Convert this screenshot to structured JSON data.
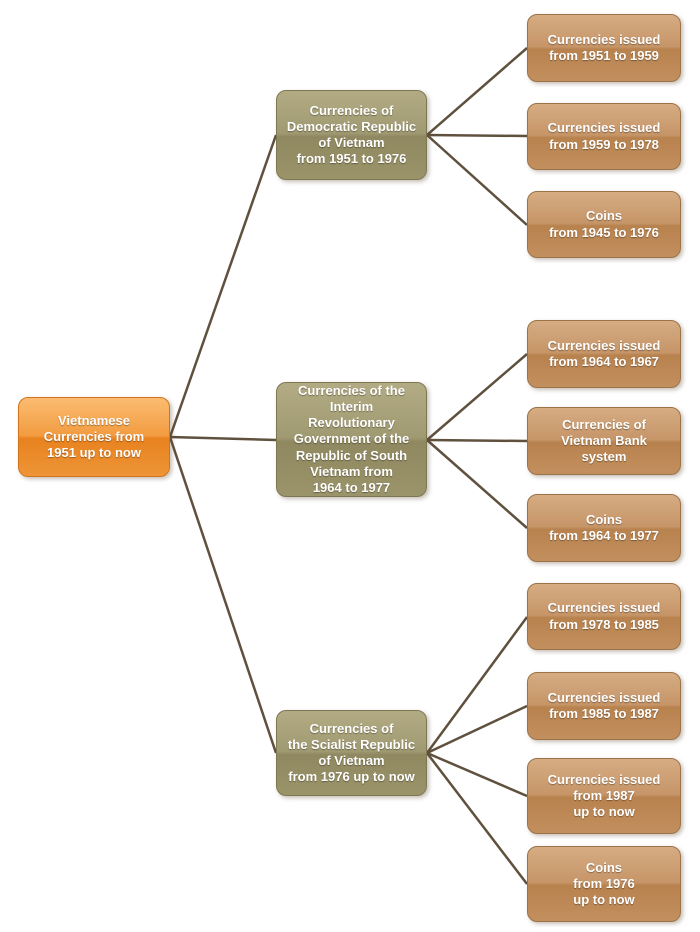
{
  "title": "Vietnamese currencies tree diagram",
  "colors": {
    "root_gradient_top": "#FBBC71",
    "root_gradient_bottom": "#E8821F",
    "branch_gradient_top": "#B2AB84",
    "branch_gradient_bottom": "#8F8860",
    "leaf_gradient_top": "#D6AC83",
    "leaf_gradient_bottom": "#B8824E",
    "connector_line": "#60513F",
    "node_text": "#FFFFFF"
  },
  "diagram": {
    "root": {
      "label": "Vietnamese\nCurrencies from\n1951 up to now"
    },
    "branches": [
      {
        "label": "Currencies of\nDemocratic Republic\nof Vietnam\nfrom 1951 to 1976",
        "children": [
          {
            "label": "Currencies issued\nfrom 1951 to 1959"
          },
          {
            "label": "Currencies issued\nfrom 1959 to 1978"
          },
          {
            "label": "Coins\nfrom 1945 to 1976"
          }
        ]
      },
      {
        "label": "Currencies of the\nInterim Revolutionary\nGovernment of the\nRepublic of South\nVietnam from\n1964 to 1977",
        "children": [
          {
            "label": "Currencies issued\nfrom 1964 to 1967"
          },
          {
            "label": "Currencies of\nVietnam Bank\nsystem"
          },
          {
            "label": "Coins\nfrom 1964 to 1977"
          }
        ]
      },
      {
        "label": "Currencies of\nthe Scialist Republic\nof Vietnam\nfrom 1976 up to now",
        "children": [
          {
            "label": "Currencies issued\nfrom 1978 to 1985"
          },
          {
            "label": "Currencies issued\nfrom 1985 to 1987"
          },
          {
            "label": "Currencies issued\nfrom 1987\nup to now"
          },
          {
            "label": "Coins\nfrom 1976\nup to now"
          }
        ]
      }
    ]
  }
}
